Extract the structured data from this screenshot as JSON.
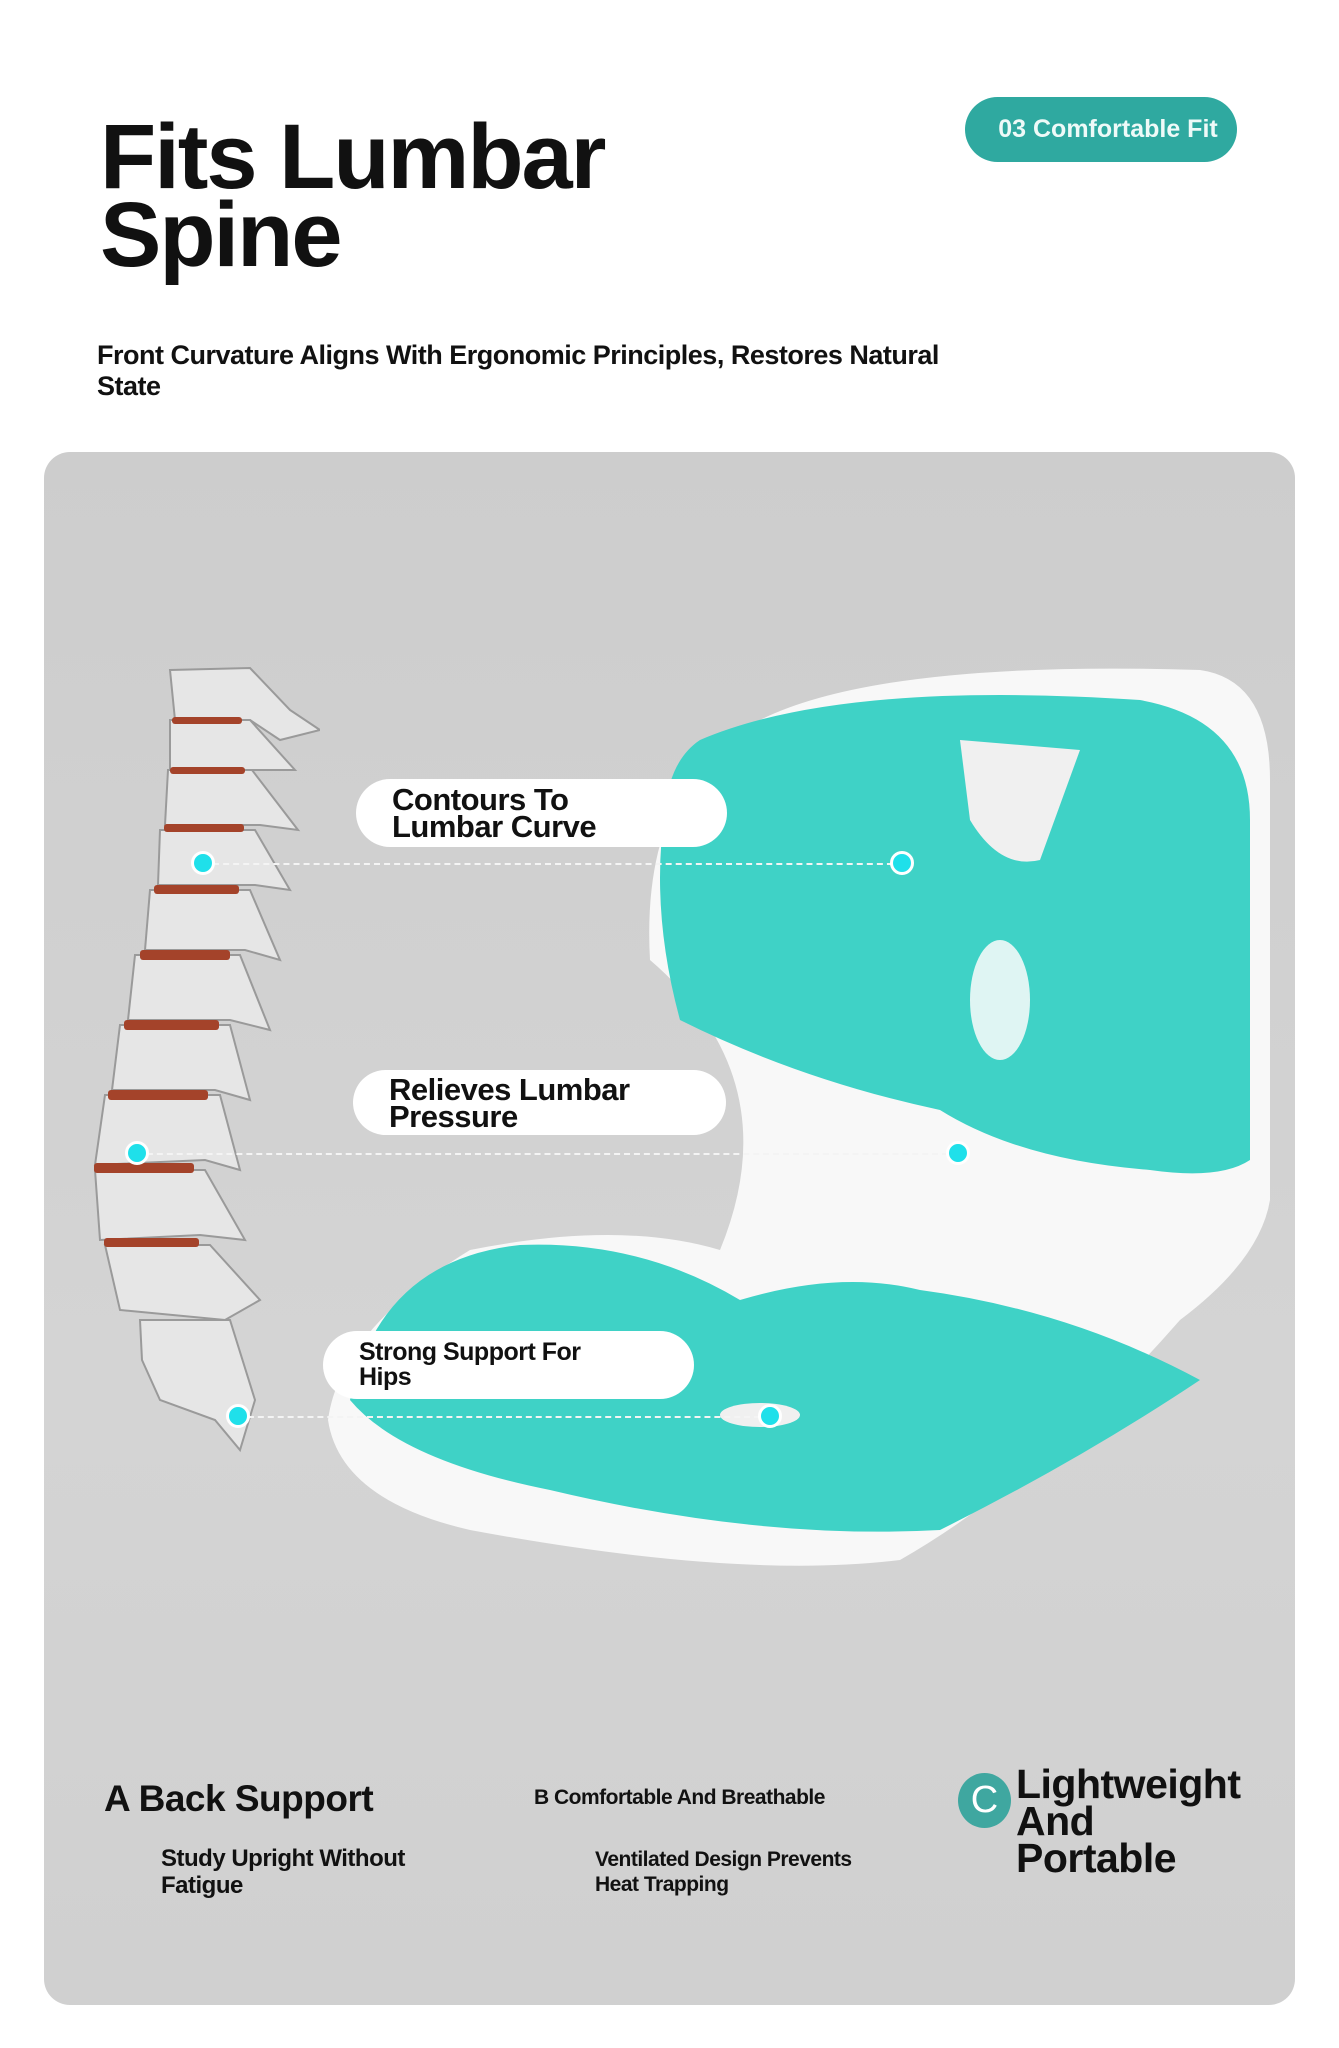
{
  "header": {
    "title_line1": "Fits Lumbar",
    "title_line2": "Spine",
    "subtitle": "Front Curvature Aligns With Ergonomic Principles, Restores Natural State",
    "badge": "03 Comfortable Fit"
  },
  "callouts": [
    {
      "line1": "Contours To",
      "line2": "Lumbar Curve"
    },
    {
      "line1": "Relieves Lumbar",
      "line2": "Pressure"
    },
    {
      "line1": "Strong Support For",
      "line2": "Hips"
    }
  ],
  "features": {
    "a": {
      "title": "A Back Support",
      "desc_line1": "Study Upright Without",
      "desc_line2": "Fatigue"
    },
    "b": {
      "title": "B Comfortable And Breathable",
      "desc_line1": "Ventilated Design Prevents",
      "desc_line2": "Heat Trapping"
    },
    "c": {
      "letter": "C",
      "line1": "Lightweight",
      "line2": "And",
      "line3": "Portable"
    }
  },
  "colors": {
    "accent": "#2fa9a0",
    "cushion": "#3fd2c6",
    "dot": "#1fe0ea"
  }
}
